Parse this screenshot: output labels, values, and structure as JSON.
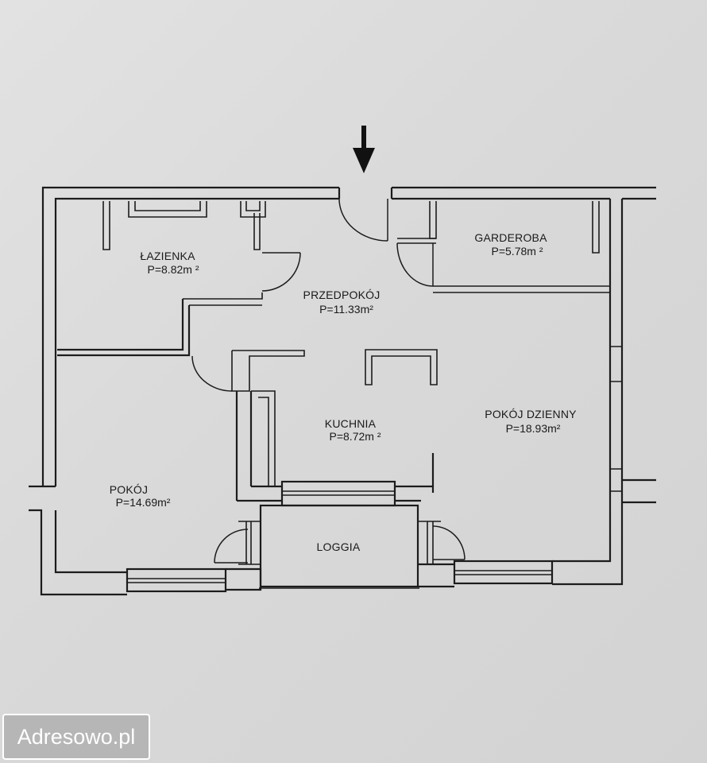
{
  "rooms": {
    "lazienka": {
      "name": "ŁAZIENKA",
      "area": "P=8.82m ²"
    },
    "garderoba": {
      "name": "GARDEROBA",
      "area": "P=5.78m ²"
    },
    "przedpokoj": {
      "name": "PRZEDPOKÓJ",
      "area": "P=11.33m²"
    },
    "kuchnia": {
      "name": "KUCHNIA",
      "area": "P=8.72m ²"
    },
    "dzienny": {
      "name": "POKÓJ DZIENNY",
      "area": "P=18.93m²"
    },
    "pokoj": {
      "name": "POKÓJ",
      "area": "P=14.69m²"
    },
    "loggia": {
      "name": "LOGGIA"
    }
  },
  "watermark": "Adresowo.pl",
  "icons": {
    "entrance": "down-arrow-icon"
  }
}
